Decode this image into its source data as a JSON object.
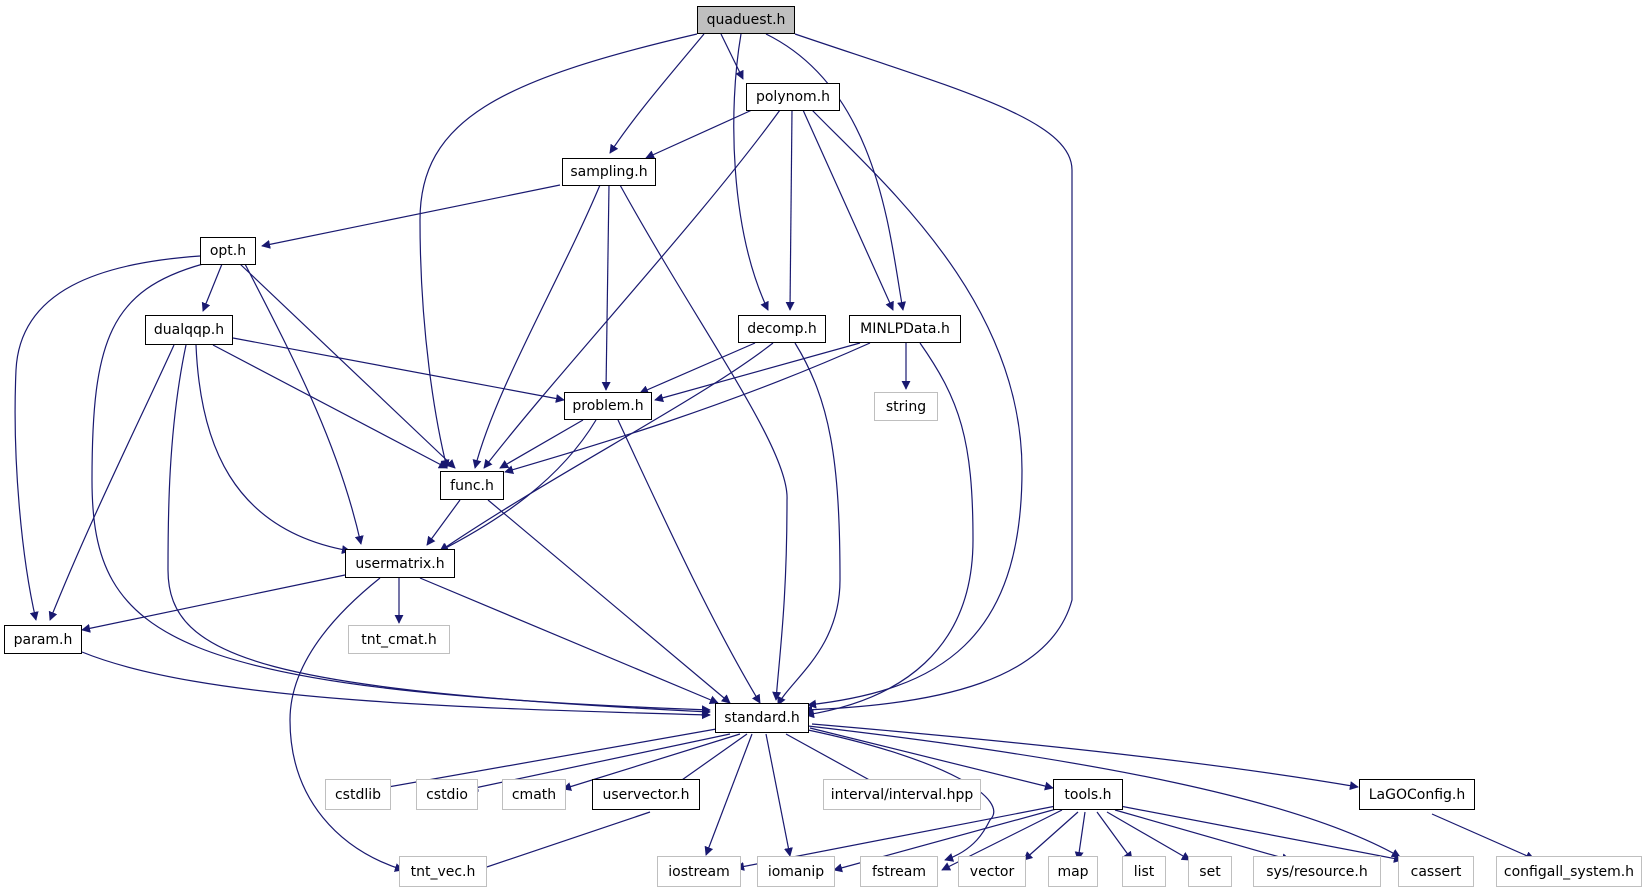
{
  "colors": {
    "edge": "#191970",
    "documented_border": "#000000",
    "external_border": "#bfbfbf",
    "root_fill": "#bfbfbf"
  },
  "nodes": {
    "quaduest": "quaduest.h",
    "polynom": "polynom.h",
    "sampling": "sampling.h",
    "opt": "opt.h",
    "dualqqp": "dualqqp.h",
    "decomp": "decomp.h",
    "minlpdata": "MINLPData.h",
    "problem": "problem.h",
    "string": "string",
    "func": "func.h",
    "usermatrix": "usermatrix.h",
    "param": "param.h",
    "tnt_cmat": "tnt_cmat.h",
    "standard": "standard.h",
    "cstdlib": "cstdlib",
    "cstdio": "cstdio",
    "cmath": "cmath",
    "uservector": "uservector.h",
    "interval": "interval/interval.hpp",
    "tools": "tools.h",
    "lagoconfig": "LaGOConfig.h",
    "tnt_vec": "tnt_vec.h",
    "iostream": "iostream",
    "iomanip": "iomanip",
    "fstream": "fstream",
    "vector": "vector",
    "map": "map",
    "list": "list",
    "set": "set",
    "sys_resource": "sys/resource.h",
    "cassert": "cassert",
    "configall": "configall_system.h"
  }
}
